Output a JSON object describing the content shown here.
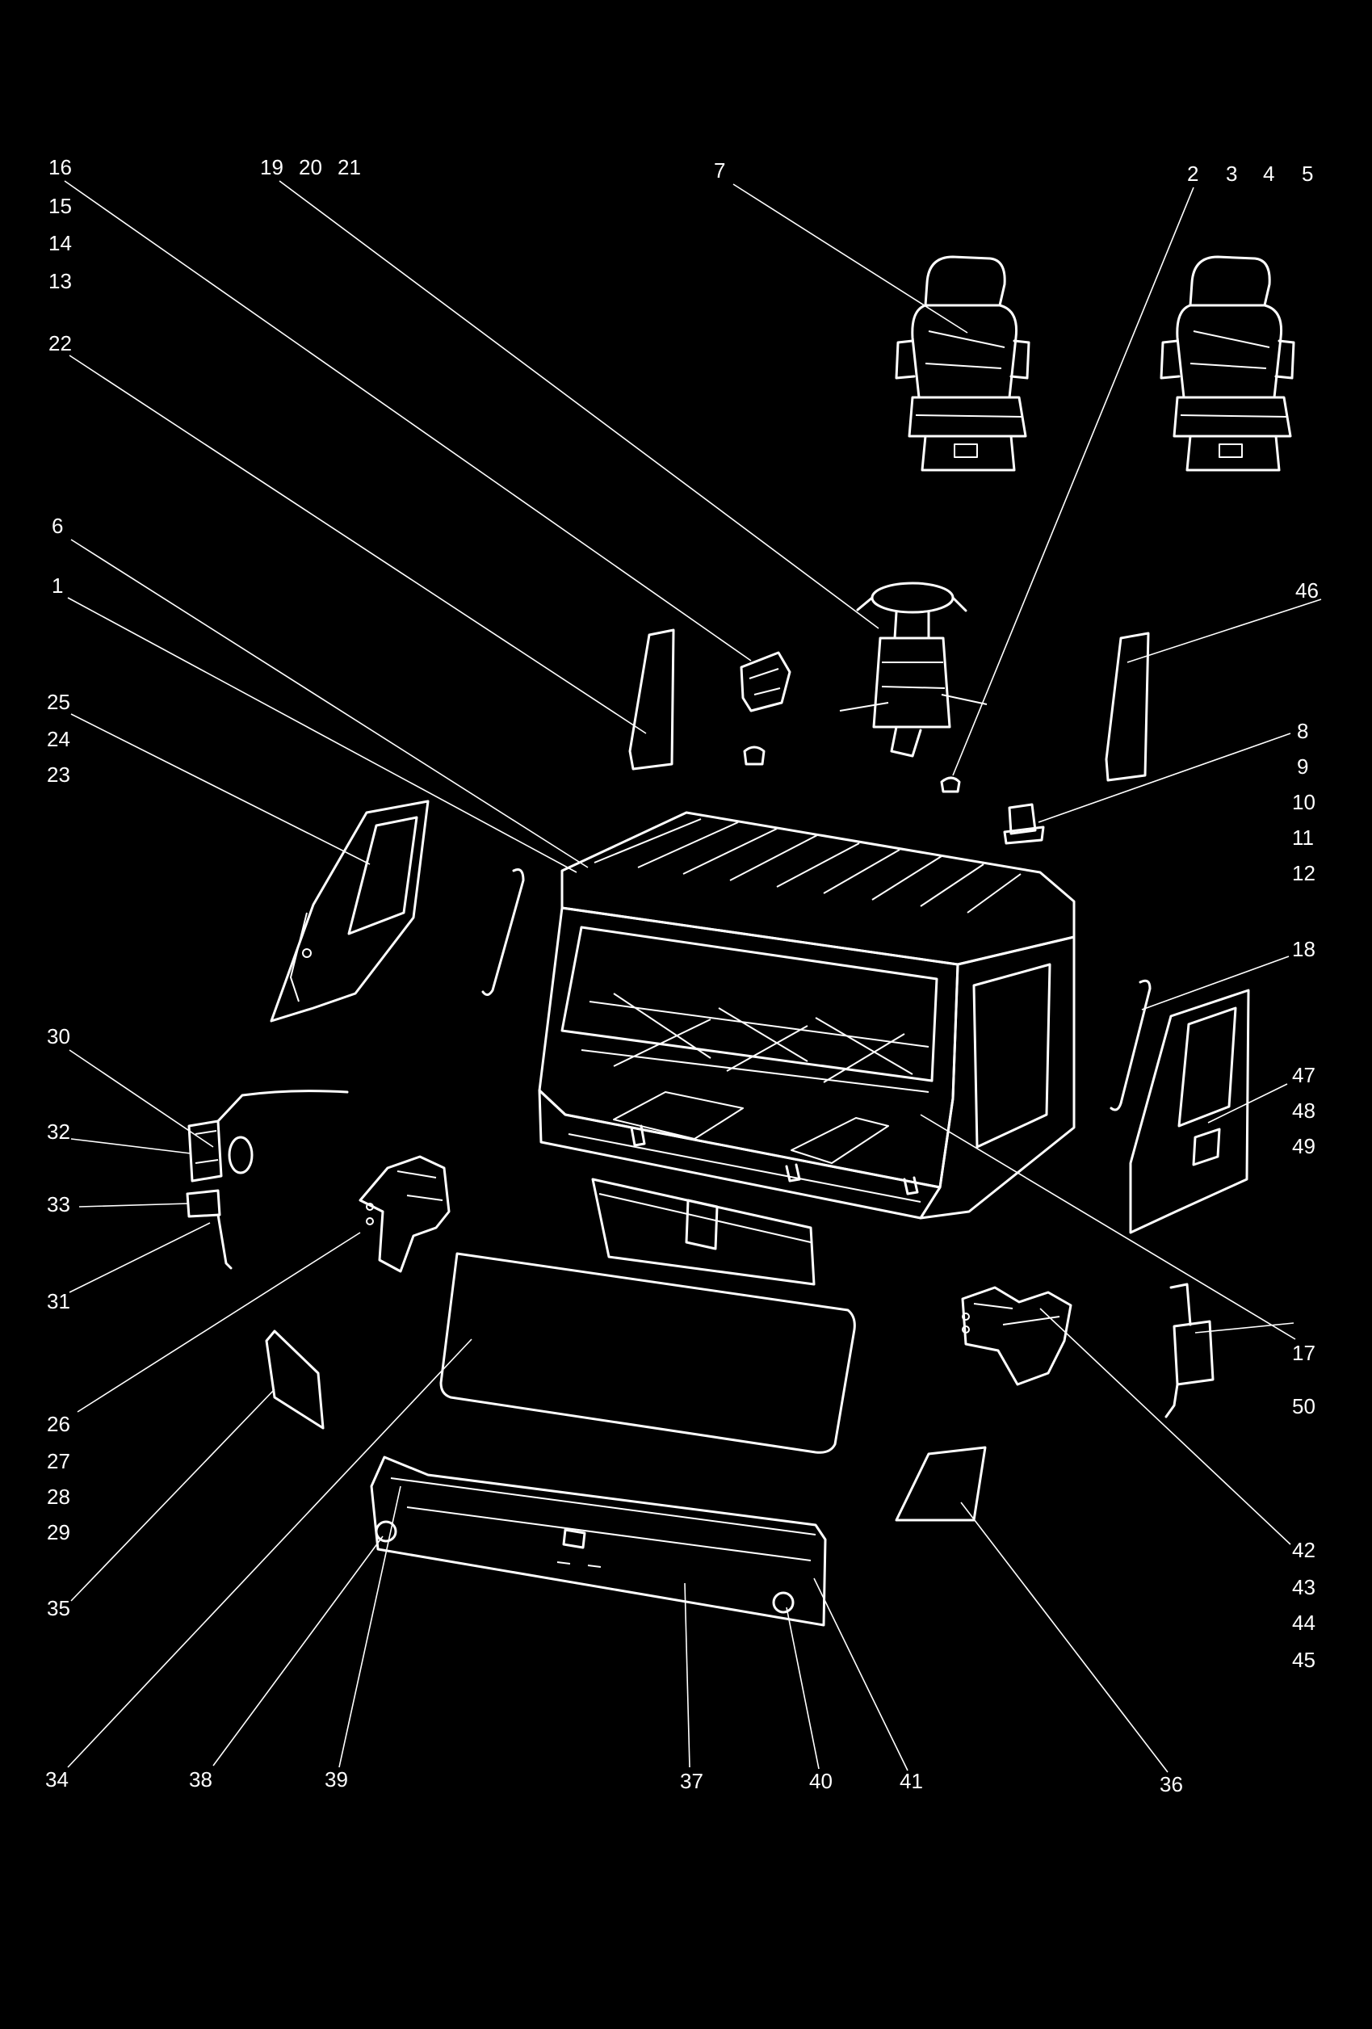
{
  "colors": {
    "background": "#000000",
    "line": "#ffffff"
  },
  "callouts": {
    "c1": "1",
    "c2": "2",
    "c3": "3",
    "c4": "4",
    "c5": "5",
    "c6": "6",
    "c7": "7",
    "c8": "8",
    "c9": "9",
    "c10": "10",
    "c11": "11",
    "c12": "12",
    "c13": "13",
    "c14": "14",
    "c15": "15",
    "c16": "16",
    "c17": "17",
    "c18": "18",
    "c19": "19",
    "c20": "20",
    "c21": "21",
    "c22": "22",
    "c23": "23",
    "c24": "24",
    "c25": "25",
    "c26": "26",
    "c27": "27",
    "c28": "28",
    "c29": "29",
    "c30": "30",
    "c31": "31",
    "c32": "32",
    "c33": "33",
    "c34": "34",
    "c35": "35",
    "c36": "36",
    "c37": "37",
    "c38": "38",
    "c39": "39",
    "c40": "40",
    "c41": "41",
    "c42": "42",
    "c43": "43",
    "c44": "44",
    "c45": "45",
    "c46": "46",
    "c47": "47",
    "c48": "48",
    "c49": "49",
    "c50": "50"
  }
}
